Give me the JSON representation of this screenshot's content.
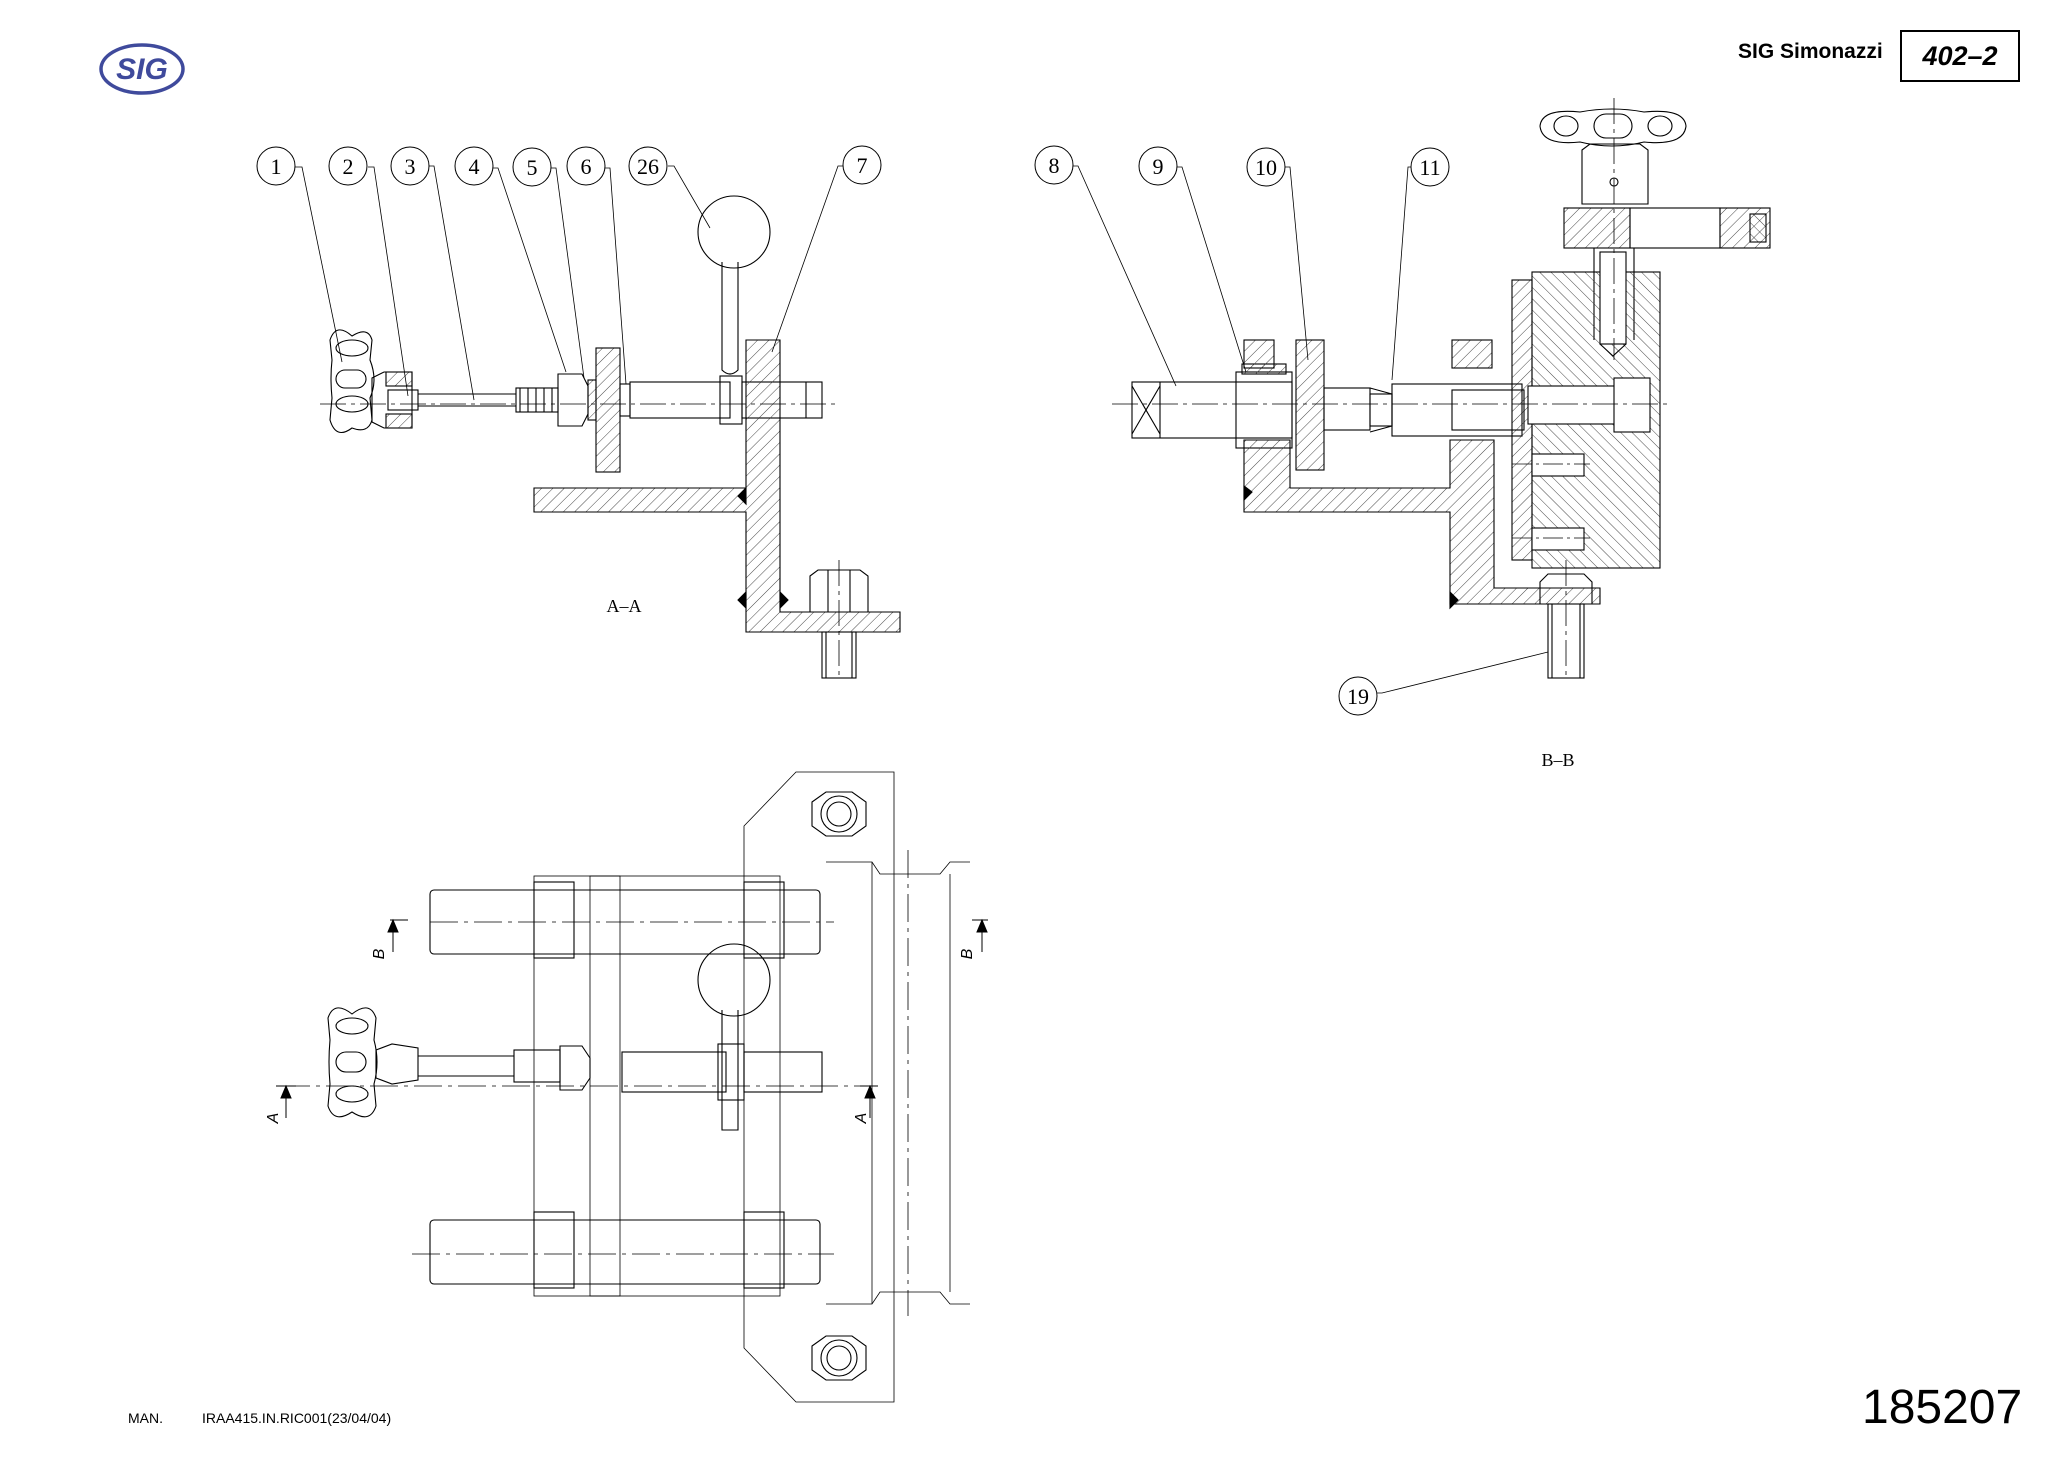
{
  "header": {
    "logo_text": "SIG",
    "brand": "SIG Simonazzi",
    "sheet_number": "402–2"
  },
  "footer": {
    "man_label": "MAN.",
    "reference": "IRAA415.IN.RIC001(23/04/04)",
    "document_number": "185207"
  },
  "views": {
    "section_aa": {
      "label": "A–A",
      "callouts": [
        "1",
        "2",
        "3",
        "4",
        "5",
        "6",
        "26",
        "7"
      ]
    },
    "section_bb": {
      "label": "B–B",
      "callouts": [
        "8",
        "9",
        "10",
        "11",
        "19"
      ]
    },
    "plan": {
      "cut_marks": [
        "B",
        "B",
        "A",
        "A"
      ]
    }
  }
}
